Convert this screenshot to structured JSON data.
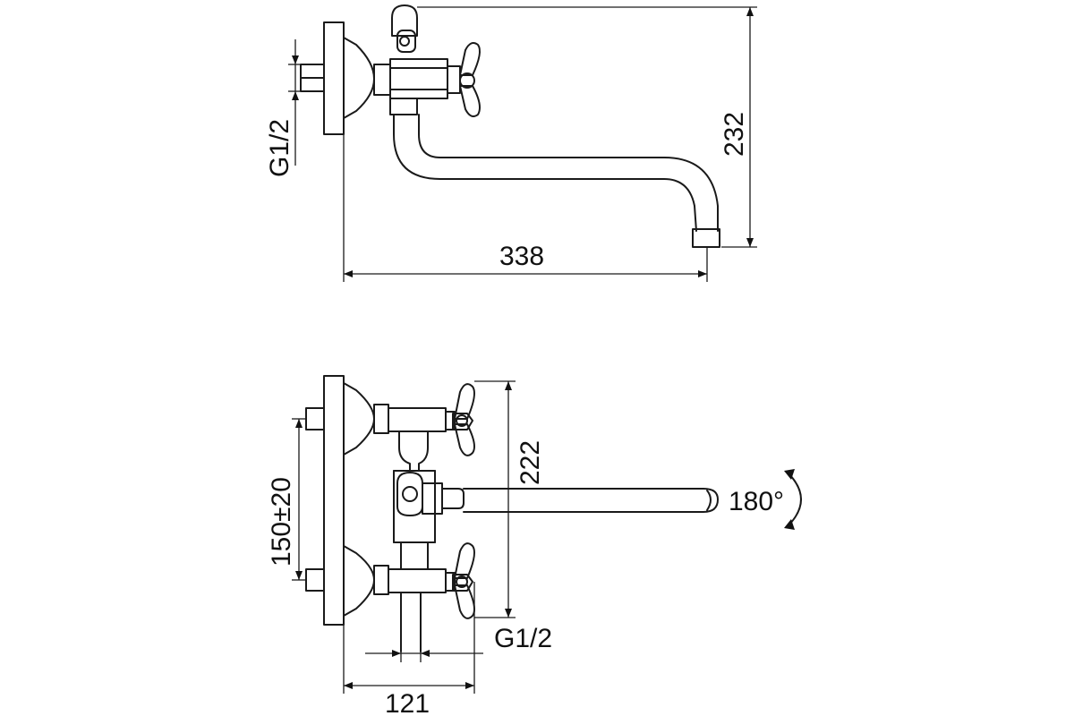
{
  "top_view": {
    "thread_label": "G1/2",
    "height_dim": "232",
    "length_dim": "338"
  },
  "front_view": {
    "spacing_dim": "150±20",
    "height_dim": "222",
    "rotation_label": "180°",
    "thread_label": "G1/2",
    "depth_dim": "121"
  }
}
